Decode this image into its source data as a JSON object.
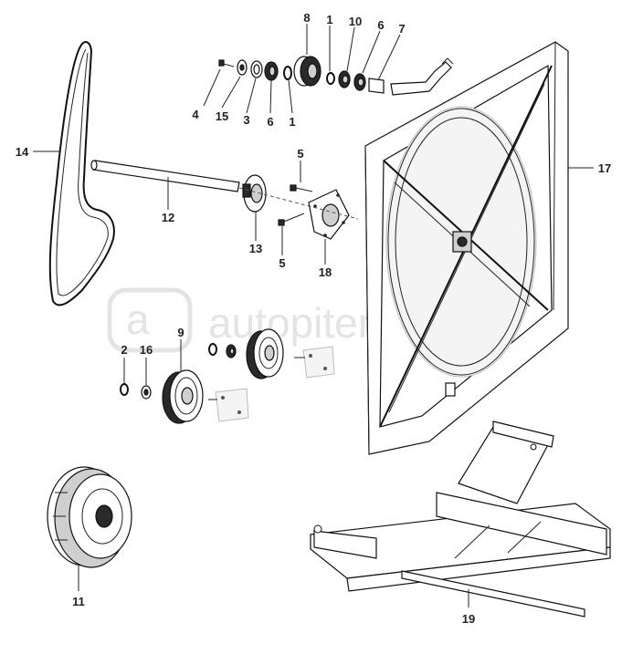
{
  "watermark": "autopiter.ru",
  "callouts": {
    "c8": "8",
    "c1a": "1",
    "c10": "10",
    "c6a": "6",
    "c7": "7",
    "c4": "4",
    "c15": "15",
    "c3": "3",
    "c6b": "6",
    "c1b": "1",
    "c14": "14",
    "c17": "17",
    "c12": "12",
    "c5a": "5",
    "c13": "13",
    "c5b": "5",
    "c18": "18",
    "c9": "9",
    "c2": "2",
    "c16": "16",
    "c11": "11",
    "c19": "19"
  }
}
